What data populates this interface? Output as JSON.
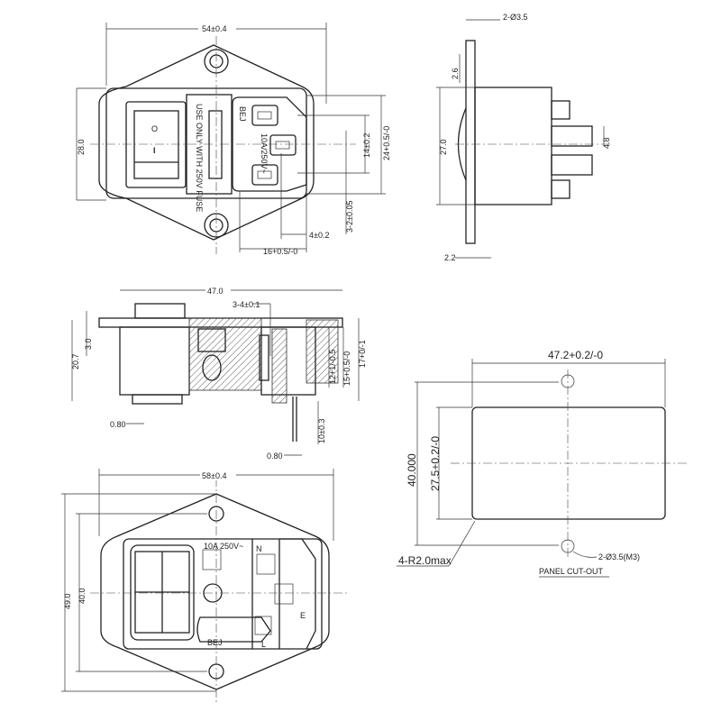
{
  "front_top": {
    "width_dim": "54±0.4",
    "height_dim": "28.0",
    "pin_pitch_dim": "14±0.2",
    "socket_height_dim": "24+0.5/-0",
    "pin_thickness_dim": "3-2±0.05",
    "pin_width_dim": "4±0.2",
    "socket_width_dim": "16+0.5/-0",
    "switch_on": "I",
    "switch_off": "O",
    "fuse_text": "USE ONLY WITH 250V FUSE",
    "rating_text": "10A/250V~",
    "brand_text": "BEJ"
  },
  "side_top": {
    "hole_dim": "2-Ø3.5",
    "flange_dim": "2.6",
    "height_dim": "27.0",
    "tab_dim": "4.8",
    "thickness_dim": "2.2"
  },
  "section": {
    "length_dim": "47.0",
    "pin_dim": "3-4±0.1",
    "height_dim": "20.7",
    "flange_dim": "3.0",
    "depth1_dim": "12+1/-0.5",
    "depth2_dim": "15+0.5/-0",
    "depth3_dim": "17+0/-1",
    "pin_len_dim": "10±0.3",
    "pin_thk_left": "0.80",
    "pin_thk_right": "0.80"
  },
  "rear": {
    "width_dim": "58±0.4",
    "height_dim": "49.0",
    "hole_pitch_dim": "40.0",
    "rating_text": "10A 250V~",
    "label_n": "N",
    "label_l": "L",
    "label_e": "E",
    "brand_text": "BEJ"
  },
  "cutout": {
    "width_dim": "47.2+0.2/-0",
    "hole_pitch_dim": "40.000",
    "height_dim": "27.5+0.2/-0",
    "radius_note": "4-R2.0max",
    "hole_note": "2-Ø3.5(M3)",
    "title": "PANEL CUT-OUT"
  }
}
